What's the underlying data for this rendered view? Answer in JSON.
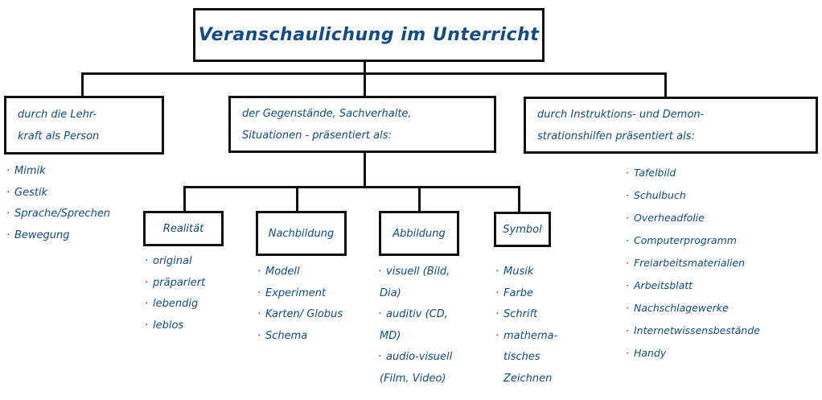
{
  "title": "Veranschaulichung im Unterricht",
  "ink_color": "#124a8c",
  "line_color": "#111111",
  "categories": [
    {
      "label_line1": "durch die Lehr-",
      "label_line2": "kraft als Person",
      "items": [
        "Mimik",
        "Gestik",
        "Sprache/Sprechen",
        "Bewegung"
      ]
    },
    {
      "label_line1": "der Gegenstände, Sachverhalte,",
      "label_line2": "Situationen - präsentiert als:",
      "subcategories": [
        {
          "label": "Realität",
          "items": [
            "original",
            "präpariert",
            "lebendig",
            "leblos"
          ]
        },
        {
          "label": "Nachbildung",
          "items": [
            "Modell",
            "Experiment",
            "Karten/ Globus",
            "Schema"
          ]
        },
        {
          "label": "Abbildung",
          "items": [
            "visuell (Bild,",
            "Dia)",
            "auditiv (CD,",
            "MD)",
            "audio-visuell",
            "(Film, Video)"
          ]
        },
        {
          "label": "Symbol",
          "items": [
            "Musik",
            "Farbe",
            "Schrift",
            "mathema-",
            "tisches",
            "Zeichnen"
          ]
        }
      ]
    },
    {
      "label_line1": "durch Instruktions- und Demon-",
      "label_line2": "strationshilfen präsentiert als:",
      "items": [
        "Tafelbild",
        "Schulbuch",
        "Overheadfolie",
        "Computerprogramm",
        "Freiarbeitsmaterialien",
        "Arbeitsblatt",
        "Nachschlagewerke",
        "Internetwissensbestände",
        "Handy"
      ]
    }
  ],
  "bullet": "·"
}
